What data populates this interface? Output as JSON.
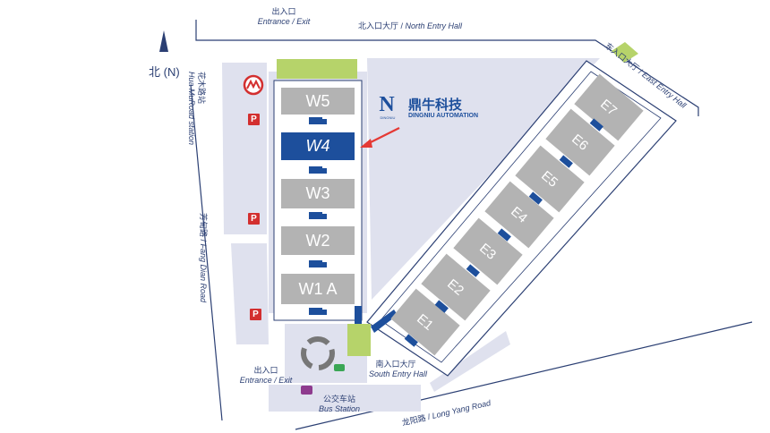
{
  "compass": {
    "label": "北 (N)"
  },
  "top_entrance": {
    "cn": "出入口",
    "en": "Entrance / Exit"
  },
  "north_hall": {
    "cn": "北入口大厅 / ",
    "en": "North Entry Hall"
  },
  "east_hall": {
    "cn": "东入口大厅 / ",
    "en": "East Entry Hall"
  },
  "metro": {
    "cn": "花木路站",
    "en": "Hua MuRoad station"
  },
  "fangdian": {
    "cn": "芳甸路 / ",
    "en": "Fang Dian Road"
  },
  "parking_label": "P",
  "west_halls": [
    "W5",
    "W4",
    "W3",
    "W2",
    "W1  A"
  ],
  "highlight_hall": "W4",
  "east_halls": [
    "E7",
    "E6",
    "E5",
    "E4",
    "E3",
    "E2",
    "E1"
  ],
  "logo": {
    "cn": "鼎牛科技",
    "en": "DINGNIU AUTOMATION",
    "mark": "DINGNIU"
  },
  "bottom_entrance": {
    "cn": "出入口",
    "en": "Entrance / Exit"
  },
  "south_hall": {
    "cn": "南入口大厅",
    "en": "South Entry Hall"
  },
  "bus": {
    "cn": "公交车站",
    "en": "Bus Station"
  },
  "longyang": {
    "cn": "龙阳路 / ",
    "en": "Long Yang Road"
  },
  "colors": {
    "hall": "#b3b3b3",
    "highlight": "#1d4f9c",
    "ground": "#dfe1ee",
    "lobby": "#b6d36a",
    "road": "#2b3f73",
    "parking": "#d32f2f"
  }
}
